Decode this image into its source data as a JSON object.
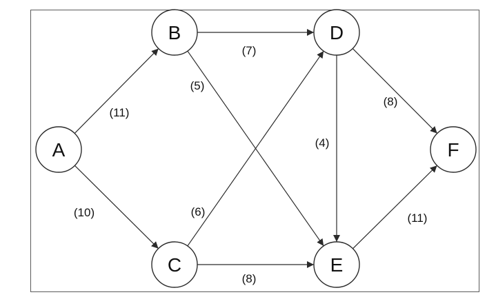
{
  "diagram": {
    "nodes": [
      {
        "id": "A",
        "label": "A"
      },
      {
        "id": "B",
        "label": "B"
      },
      {
        "id": "C",
        "label": "C"
      },
      {
        "id": "D",
        "label": "D"
      },
      {
        "id": "E",
        "label": "E"
      },
      {
        "id": "F",
        "label": "F"
      }
    ],
    "edges": [
      {
        "from": "A",
        "to": "B",
        "weight": "(11)"
      },
      {
        "from": "A",
        "to": "C",
        "weight": "(10)"
      },
      {
        "from": "B",
        "to": "D",
        "weight": "(7)"
      },
      {
        "from": "B",
        "to": "E",
        "weight": "(5)"
      },
      {
        "from": "C",
        "to": "D",
        "weight": "(6)"
      },
      {
        "from": "C",
        "to": "E",
        "weight": "(8)"
      },
      {
        "from": "D",
        "to": "E",
        "weight": "(4)"
      },
      {
        "from": "D",
        "to": "F",
        "weight": "(8)"
      },
      {
        "from": "E",
        "to": "F",
        "weight": "(11)"
      }
    ],
    "colors": {
      "stroke": "#2b2b2b",
      "text": "#111111",
      "background": "#ffffff",
      "frame": "#5a5a5a"
    }
  }
}
